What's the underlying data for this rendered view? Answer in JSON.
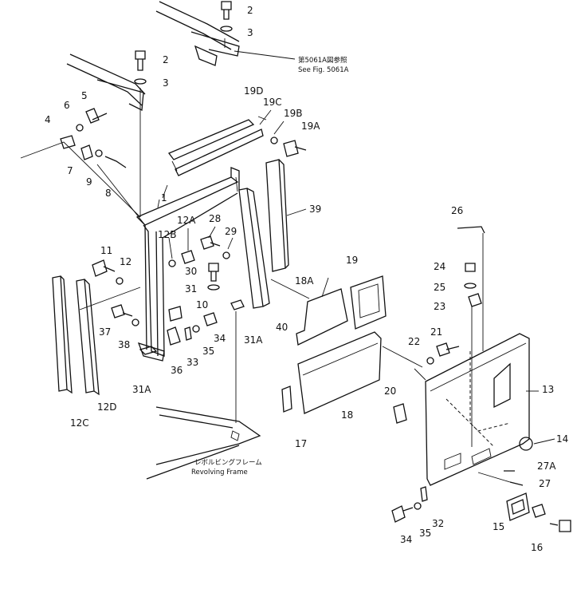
{
  "callouts": [
    "1",
    "2",
    "2",
    "3",
    "3",
    "4",
    "5",
    "6",
    "7",
    "8",
    "9",
    "10",
    "11",
    "12",
    "12A",
    "12B",
    "12C",
    "12D",
    "13",
    "14",
    "15",
    "16",
    "17",
    "18",
    "18A",
    "19",
    "19A",
    "19B",
    "19C",
    "19D",
    "20",
    "21",
    "22",
    "23",
    "24",
    "25",
    "26",
    "27",
    "27A",
    "28",
    "29",
    "30",
    "31",
    "31A",
    "31A",
    "32",
    "33",
    "34",
    "34",
    "35",
    "35",
    "36",
    "37",
    "38",
    "39",
    "40"
  ],
  "notes": {
    "see_fig_jp": "第5061A図参照",
    "see_fig_en": "See Fig. 5061A",
    "frame_jp": "レボルビングフレーム",
    "frame_en": "Revolving Frame"
  },
  "colors": {
    "ink": "#111111",
    "paper": "#ffffff"
  }
}
